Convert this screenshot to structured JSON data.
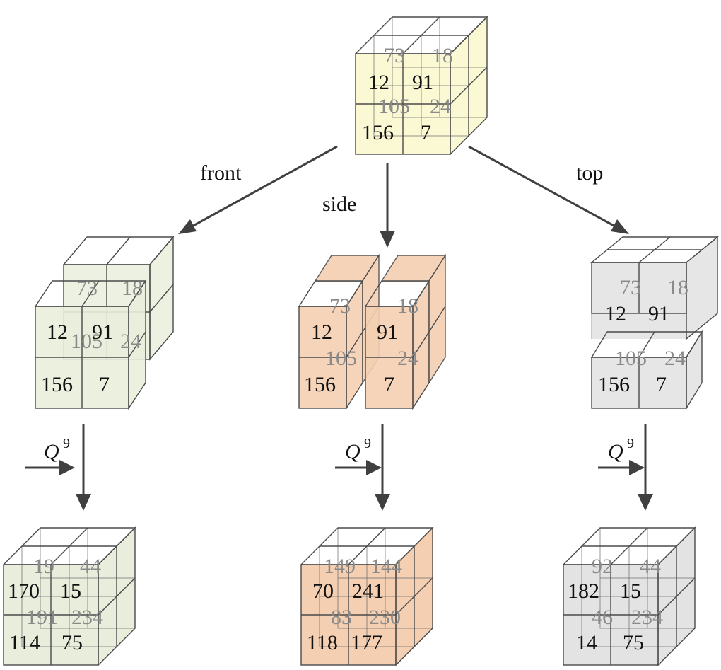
{
  "colors": {
    "source": "#fbf8d4",
    "front": "#e9eedc",
    "side": "#f4cfb2",
    "top": "#e3e3e3",
    "edge": "#4a4a4a",
    "arrow": "#404040",
    "front_text": "#111111",
    "back_text": "#8a8a8a"
  },
  "source_cube": {
    "front_values": [
      "12",
      "91",
      "156",
      "7"
    ],
    "back_values": [
      "73",
      "18",
      "105",
      "24"
    ]
  },
  "branch_labels": {
    "front": "front",
    "side": "side",
    "top": "top"
  },
  "split_cubes": {
    "front": {
      "front_values": [
        "12",
        "91",
        "156",
        "7"
      ],
      "back_values": [
        "73",
        "18",
        "105",
        "24"
      ]
    },
    "side": {
      "front_values": [
        "12",
        "91",
        "156",
        "7"
      ],
      "back_values": [
        "73",
        "18",
        "105",
        "24"
      ]
    },
    "top": {
      "front_values": [
        "12",
        "91",
        "156",
        "7"
      ],
      "back_values": [
        "73",
        "18",
        "105",
        "24"
      ]
    }
  },
  "operator": {
    "symbol": "Q",
    "exponent": "9"
  },
  "result_cubes": {
    "front": {
      "front_values": [
        "170",
        "15",
        "114",
        "75"
      ],
      "back_values": [
        "19",
        "44",
        "191",
        "234"
      ]
    },
    "side": {
      "front_values": [
        "70",
        "241",
        "118",
        "177"
      ],
      "back_values": [
        "149",
        "144",
        "83",
        "230"
      ]
    },
    "top": {
      "front_values": [
        "182",
        "15",
        "14",
        "75"
      ],
      "back_values": [
        "92",
        "44",
        "46",
        "234"
      ]
    }
  }
}
